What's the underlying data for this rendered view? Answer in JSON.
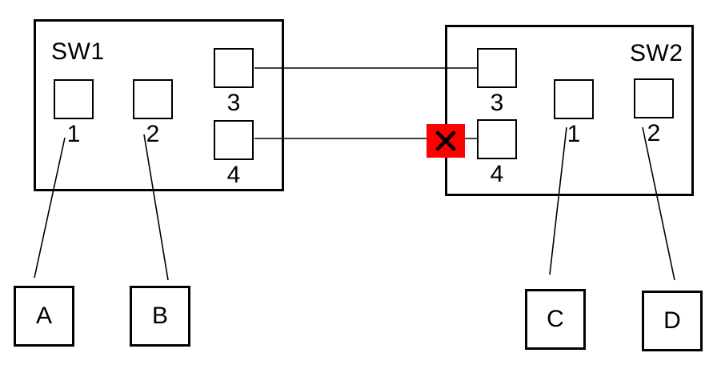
{
  "diagram": {
    "type": "network-topology",
    "switches": [
      {
        "name": "SW1",
        "ports": [
          {
            "label": "1"
          },
          {
            "label": "2"
          },
          {
            "label": "3"
          },
          {
            "label": "4"
          }
        ]
      },
      {
        "name": "SW2",
        "ports": [
          {
            "label": "1"
          },
          {
            "label": "2"
          },
          {
            "label": "3"
          },
          {
            "label": "4"
          }
        ]
      }
    ],
    "hosts": [
      {
        "label": "A"
      },
      {
        "label": "B"
      },
      {
        "label": "C"
      },
      {
        "label": "D"
      }
    ],
    "links": [
      {
        "from": "SW1:port3",
        "to": "SW2:port3",
        "status": "up"
      },
      {
        "from": "SW1:port4",
        "to": "SW2:port4",
        "status": "failed"
      },
      {
        "from": "SW1:port1",
        "to": "host-A",
        "status": "up"
      },
      {
        "from": "SW1:port2",
        "to": "host-B",
        "status": "up"
      },
      {
        "from": "SW2:port1",
        "to": "host-C",
        "status": "up"
      },
      {
        "from": "SW2:port2",
        "to": "host-D",
        "status": "up"
      }
    ],
    "failure_marker": {
      "symbol": "x-mark",
      "on_link": "SW1:port4-SW2:port4"
    },
    "colors": {
      "background": "#ffffff",
      "line": "#000000",
      "text": "#000000",
      "failure": "#ff0000",
      "failure_symbol": "#000000"
    }
  }
}
